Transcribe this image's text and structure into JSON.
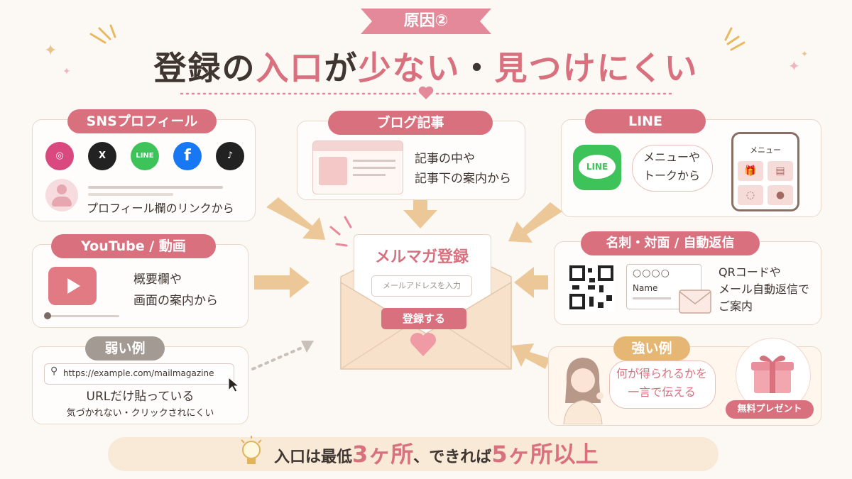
{
  "header": {
    "badge": "原因②",
    "title_parts": [
      {
        "text": "登録",
        "tone": "dark"
      },
      {
        "text": "の",
        "tone": "dark"
      },
      {
        "text": "入口",
        "tone": "pink"
      },
      {
        "text": "が",
        "tone": "dark"
      },
      {
        "text": "少ない",
        "tone": "pink"
      },
      {
        "text": "・",
        "tone": "dark"
      },
      {
        "text": "見つけにくい",
        "tone": "pink"
      }
    ]
  },
  "sns": {
    "label": "SNSプロフィール",
    "icons": [
      {
        "name": "instagram-icon",
        "glyph": "◎",
        "color": "#d9487e"
      },
      {
        "name": "x-icon",
        "glyph": "X",
        "color": "#222222"
      },
      {
        "name": "line-icon",
        "glyph": "LINE",
        "color": "#3ec35a"
      },
      {
        "name": "facebook-icon",
        "glyph": "f",
        "color": "#1877f2"
      },
      {
        "name": "tiktok-icon",
        "glyph": "♪",
        "color": "#222222"
      }
    ],
    "caption": "プロフィール欄のリンクから"
  },
  "blog": {
    "label": "ブログ記事",
    "lines": [
      "記事の中や",
      "記事下の案内から"
    ]
  },
  "line": {
    "label": "LINE",
    "logo_text": "LINE",
    "bubble_lines": [
      "メニューや",
      "トークから"
    ],
    "phone_title": "メニュー"
  },
  "youtube": {
    "label": "YouTube / 動画",
    "lines": [
      "概要欄や",
      "画面の案内から"
    ]
  },
  "card_qr": {
    "label": "名刺・対面 / 自動返信",
    "card_circles": "○○○○",
    "card_name": "Name",
    "lines": [
      "QRコードや",
      "メール自動返信で",
      "ご案内"
    ]
  },
  "center": {
    "title": "メルマガ登録",
    "placeholder": "メールアドレスを入力",
    "button": "登録する"
  },
  "weak": {
    "label": "弱い例",
    "url": "https://example.com/mailmagazine",
    "line1": "URLだけ貼っている",
    "line2": "気づかれない・クリックされにくい"
  },
  "strong": {
    "label": "強い例",
    "bubble_lines": [
      "何が得られるかを",
      "一言で伝える"
    ],
    "gift_label": "無料プレゼント"
  },
  "bottom": {
    "pre": "入口は最低",
    "num1": "3ヶ所",
    "mid": "、できれば",
    "num2": "5ヶ所以上"
  },
  "colors": {
    "accent": "#d9707e",
    "arrow": "#ecc898",
    "background": "#fcf8f4",
    "text": "#3f3531"
  }
}
